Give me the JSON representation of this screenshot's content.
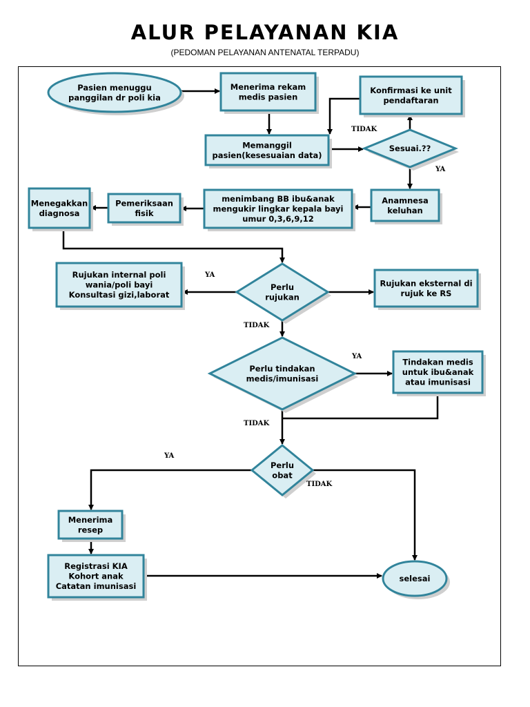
{
  "header": {
    "title": "ALUR PELAYANAN KIA",
    "subtitle": "(PEDOMAN PELAYANAN ANTENATAL TERPADU)"
  },
  "colors": {
    "fill": "#daeef3",
    "stroke": "#31849b",
    "shadow": "#cfcfcf",
    "line": "#000000"
  },
  "nodes": {
    "start": [
      "Pasien menuggu",
      "panggilan dr poli kia"
    ],
    "receive_record": [
      "Menerima rekam",
      "medis pasien"
    ],
    "call_patient": [
      "Memanggil",
      "pasien(kesesuaian data)"
    ],
    "confirm_registration": [
      "Konfirmasi ke unit",
      "pendaftaran"
    ],
    "match_check": [
      "Sesuai.??"
    ],
    "anamnesis": [
      "Anamnesa",
      "keluhan"
    ],
    "weigh_measure": [
      "menimbang BB ibu&anak",
      "mengukir lingkar kepala bayi",
      "umur 0,3,6,9,12"
    ],
    "physical_exam": [
      "Pemeriksaan",
      "fisik"
    ],
    "diagnose": [
      "Menegakkan",
      "diagnosa"
    ],
    "referral_check": [
      "Perlu",
      "rujukan"
    ],
    "internal_referral": [
      "Rujukan internal poli",
      "wania/poli bayi",
      "Konsultasi gizi,laborat"
    ],
    "external_referral": [
      "Rujukan eksternal di",
      "rujuk ke RS"
    ],
    "action_check": [
      "Perlu tindakan",
      "medis/imunisasi"
    ],
    "medical_action": [
      "Tindakan medis",
      "untuk ibu&anak",
      "atau imunisasi"
    ],
    "drug_check": [
      "Perlu",
      "obat"
    ],
    "receive_prescription": [
      "Menerima",
      "resep"
    ],
    "registration": [
      "Registrasi KIA",
      "Kohort anak",
      "Catatan imunisasi"
    ],
    "finish": [
      "selesai"
    ]
  },
  "edge_labels": {
    "match_no": "TIDAK",
    "match_yes": "YA",
    "referral_yes": "YA",
    "referral_no": "TIDAK",
    "action_yes": "YA",
    "action_no": "TIDAK",
    "drug_yes": "YA",
    "drug_no": "TIDAK"
  }
}
